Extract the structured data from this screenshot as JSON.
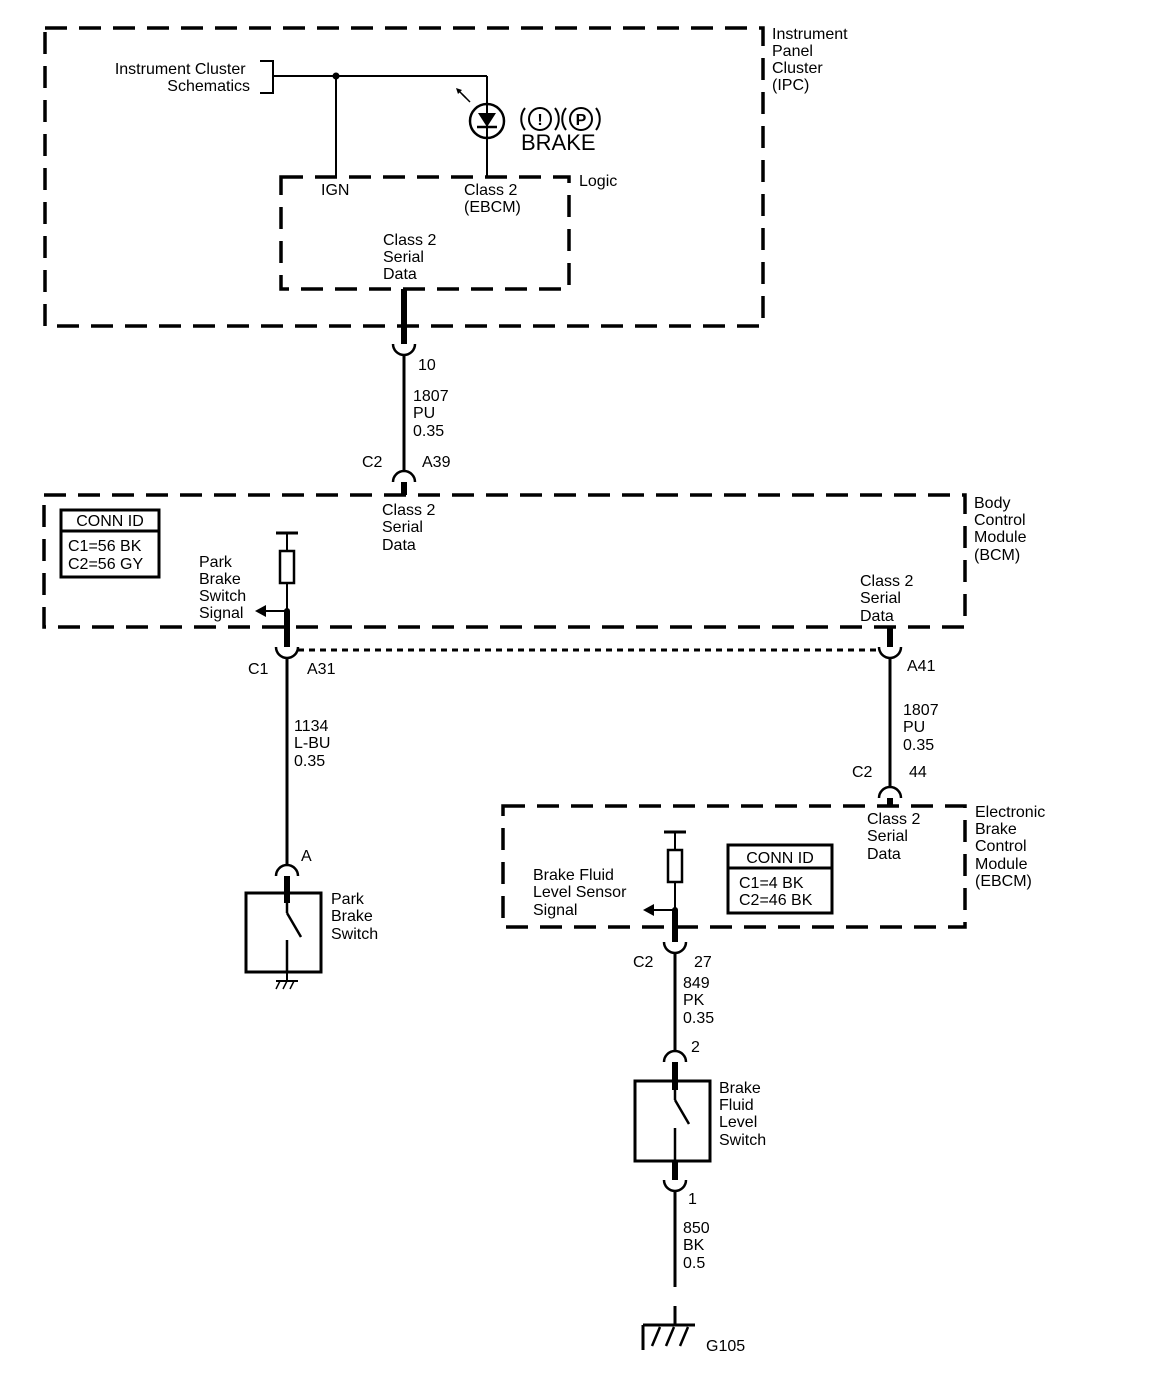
{
  "ipc": {
    "title_lines": [
      "Instrument",
      "Panel",
      "Cluster",
      "(IPC)"
    ],
    "schematic_ref_lines": [
      "Instrument Cluster",
      "Schematics"
    ],
    "logic_label": "Logic",
    "ign_label": "IGN",
    "class2_ebcm_lines": [
      "Class 2",
      "(EBCM)"
    ],
    "serial_lines": [
      "Class 2",
      "Serial",
      "Data"
    ],
    "brake_text": "BRAKE",
    "brake_icon_1": "!",
    "brake_icon_2": "P"
  },
  "wire_ipc_bcm": {
    "connector_pin_top": "10",
    "circuit_lines": [
      "1807",
      "PU",
      "0.35"
    ],
    "connector_name": "C2",
    "connector_pin_bottom": "A39"
  },
  "bcm": {
    "title_lines": [
      "Body",
      "Control",
      "Module",
      "(BCM)"
    ],
    "conn_id_title": "CONN ID",
    "conn_id_lines": [
      "C1=56 BK",
      "C2=56 GY"
    ],
    "serial_top_lines": [
      "Class 2",
      "Serial",
      "Data"
    ],
    "park_signal_lines": [
      "Park",
      "Brake",
      "Switch",
      "Signal"
    ],
    "serial_right_lines": [
      "Class 2",
      "Serial",
      "Data"
    ],
    "c1_label": "C1",
    "a31_label": "A31",
    "a41_label": "A41"
  },
  "wire_park": {
    "circuit_lines": [
      "1134",
      "L-BU",
      "0.35"
    ],
    "pin_label": "A"
  },
  "park_switch": {
    "label_lines": [
      "Park",
      "Brake",
      "Switch"
    ]
  },
  "wire_bcm_ebcm": {
    "circuit_lines": [
      "1807",
      "PU",
      "0.35"
    ],
    "connector_name": "C2",
    "pin_label": "44"
  },
  "ebcm": {
    "title_lines": [
      "Electronic",
      "Brake",
      "Control",
      "Module",
      "(EBCM)"
    ],
    "serial_lines": [
      "Class 2",
      "Serial",
      "Data"
    ],
    "sensor_signal_lines": [
      "Brake Fluid",
      "Level Sensor",
      "Signal"
    ],
    "conn_id_title": "CONN ID",
    "conn_id_lines": [
      "C1=4 BK",
      "C2=46 BK"
    ],
    "connector_name": "C2",
    "pin_label": "27"
  },
  "wire_fluid": {
    "circuit_lines": [
      "849",
      "PK",
      "0.35"
    ],
    "pin_top": "2"
  },
  "fluid_switch": {
    "label_lines": [
      "Brake",
      "Fluid",
      "Level",
      "Switch"
    ],
    "pin_bottom": "1"
  },
  "wire_ground": {
    "circuit_lines": [
      "850",
      "BK",
      "0.5"
    ]
  },
  "ground": {
    "label": "G105"
  }
}
